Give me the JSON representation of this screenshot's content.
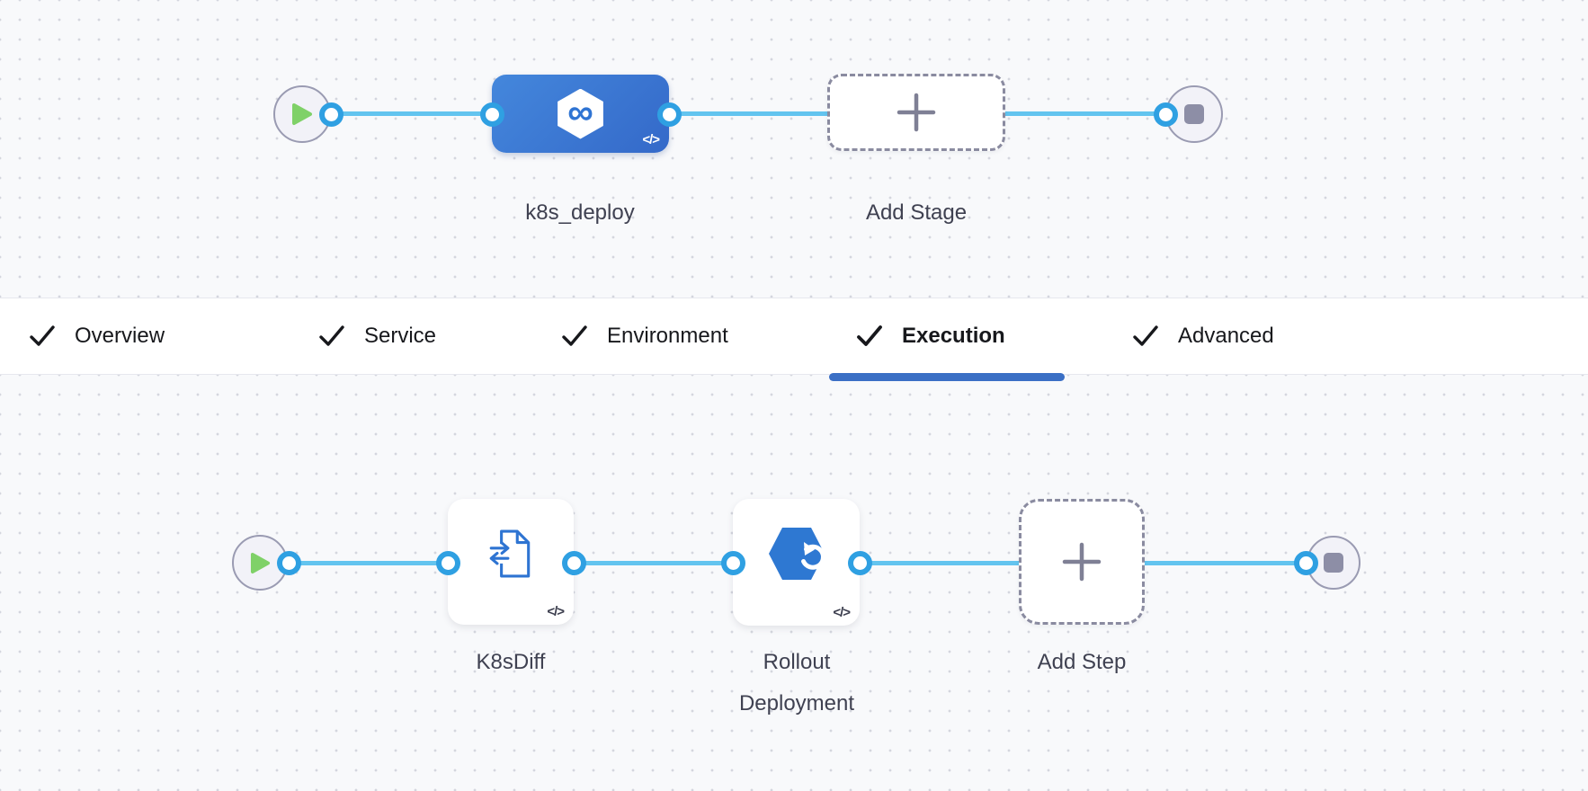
{
  "stage_canvas": {
    "stage_label": "k8s_deploy",
    "add_stage_label": "Add Stage"
  },
  "tab_bar": {
    "tabs": [
      {
        "label": "Overview",
        "checked": true,
        "active": false
      },
      {
        "label": "Service",
        "checked": true,
        "active": false
      },
      {
        "label": "Environment",
        "checked": true,
        "active": false
      },
      {
        "label": "Execution",
        "checked": true,
        "active": true
      },
      {
        "label": "Advanced",
        "checked": true,
        "active": false
      }
    ]
  },
  "execution_canvas": {
    "steps": [
      {
        "label": "K8sDiff"
      },
      {
        "label_line1": "Rollout",
        "label_line2": "Deployment"
      }
    ],
    "add_step_label": "Add Step"
  },
  "icons": {
    "stage_infinity": "∞",
    "code_badge": "</>"
  },
  "colors": {
    "canvas_bg": "#f8f9fb",
    "grid_dot": "#d4d6de",
    "connector_line": "#63c4ef",
    "port_ring": "#2fa0e2",
    "stage_node_blue": "#3c7bd3",
    "tab_underline": "#3b6fc5",
    "play_green": "#7fd168",
    "stop_gray": "#8d8ea6",
    "dashed_border": "#8a8ba0",
    "label_text": "#3f4151",
    "step_icon_blue": "#2e74d2",
    "tab_text": "#17181c"
  }
}
